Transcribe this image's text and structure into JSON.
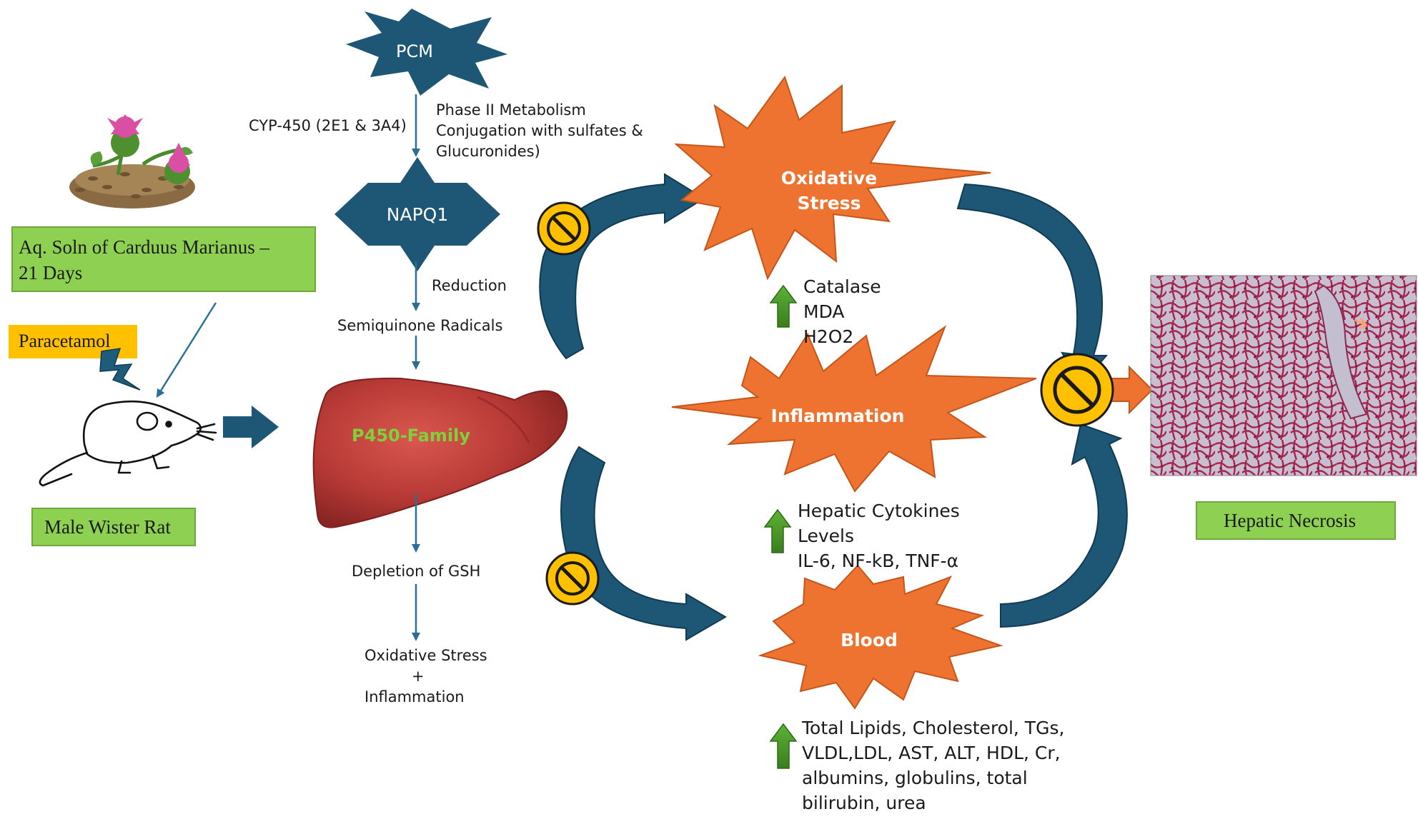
{
  "pcm": {
    "label": "PCM"
  },
  "cyp": {
    "label": "CYP-450 (2E1 & 3A4)"
  },
  "phase2": {
    "line1": "Phase II Metabolism",
    "line2": "Conjugation with sulfates &",
    "line3": "Glucuronides)"
  },
  "napq1": {
    "label": "NAPQ1"
  },
  "reduction": {
    "label": "Reduction"
  },
  "semiquinone": {
    "label": "Semiquinone Radicals"
  },
  "liver": {
    "label": "P450-Family"
  },
  "gsh": {
    "label": "Depletion of GSH"
  },
  "result": {
    "line1": "Oxidative Stress",
    "line2": "+",
    "line3": "Inflammation"
  },
  "treatment": {
    "line1": "Aq. Soln of Carduus Marianus –",
    "line2": "21 Days"
  },
  "paracetamol": {
    "label": "Paracetamol"
  },
  "rat": {
    "label": "Male Wister Rat"
  },
  "oxidative": {
    "line1": "Oxidative",
    "line2": "Stress",
    "markers": [
      "Catalase",
      "MDA",
      "H2O2"
    ]
  },
  "inflammation": {
    "label": "Inflammation",
    "markers": [
      "Hepatic Cytokines",
      "Levels",
      "IL-6, NF-kB, TNF-α"
    ]
  },
  "blood": {
    "label": "Blood",
    "markers": [
      "Total Lipids, Cholesterol, TGs,",
      "VLDL,LDL, AST, ALT, HDL, Cr,",
      "albumins, globulins, total",
      "bilirubin, urea"
    ]
  },
  "outcome": {
    "label": "Hepatic Necrosis"
  },
  "icons": [
    "milk-thistle-image",
    "rat-icon",
    "lightning-icon",
    "liver-icon",
    "prohibition-icon",
    "up-arrow-icon",
    "histology-image"
  ],
  "colors": {
    "navy": "#1d5775",
    "orange": "#ee7330",
    "green": "#8ed152",
    "yellow": "#ffc000",
    "liver": "#b83a36",
    "liver_text": "#7fd13b",
    "up_arrow": "#4b9a2a"
  }
}
